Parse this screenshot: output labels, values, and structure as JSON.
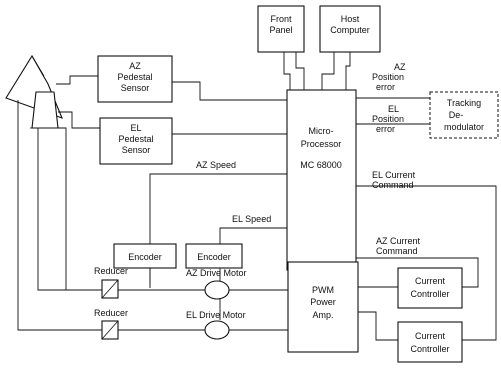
{
  "blocks": {
    "front_panel": [
      "Front",
      "Panel"
    ],
    "host_computer": [
      "Host",
      "Computer"
    ],
    "az_pedestal_sensor": [
      "AZ",
      "Pedestal",
      "Sensor"
    ],
    "el_pedestal_sensor": [
      "EL",
      "Pedestal",
      "Sensor"
    ],
    "microprocessor": [
      "Micro-",
      "Processor",
      "MC 68000"
    ],
    "tracking_demodulator": [
      "Tracking",
      "De-",
      "modulator"
    ],
    "encoder_left": "Encoder",
    "encoder_right": "Encoder",
    "pwm_amp": [
      "PWM",
      "Power",
      "Amp."
    ],
    "current_controller_top": [
      "Current",
      "Controller"
    ],
    "current_controller_bottom": [
      "Current",
      "Controller"
    ]
  },
  "labels": {
    "az_position_error": [
      "AZ",
      "Position",
      "error"
    ],
    "el_position_error": [
      "EL",
      "Position",
      "error"
    ],
    "az_speed": "AZ Speed",
    "el_speed": "EL Speed",
    "el_current_command": [
      "EL Current",
      "Command"
    ],
    "az_current_command": [
      "AZ Current",
      "Command"
    ],
    "reducer_top": "Reducer",
    "reducer_bottom": "Reducer",
    "az_drive_motor": "AZ Drive Motor",
    "el_drive_motor": "EL Drive Motor"
  }
}
